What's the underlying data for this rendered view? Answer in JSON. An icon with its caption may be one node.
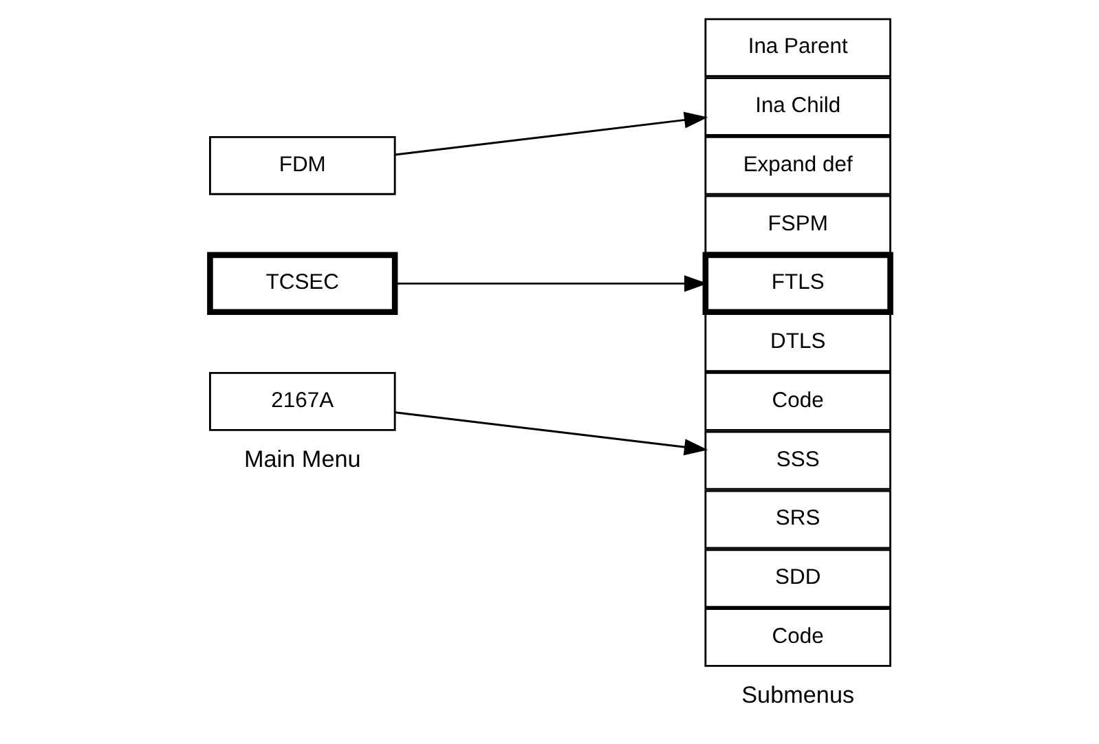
{
  "diagram": {
    "nodes": [
      {
        "text": [
          "FDM"
        ]
      },
      {
        "text": [
          "TCSEC"
        ]
      },
      {
        "text": [
          "2167A"
        ]
      },
      {
        "text": [
          "Ina Parent"
        ]
      },
      {
        "text": [
          "Ina Child"
        ]
      },
      {
        "text": [
          "Expand def"
        ]
      },
      {
        "text": [
          "FSPM"
        ]
      },
      {
        "text": [
          "FTLS"
        ]
      },
      {
        "text": [
          "DTLS"
        ]
      },
      {
        "text": [
          "Code"
        ]
      },
      {
        "text": [
          "SSS"
        ]
      },
      {
        "text": [
          "SRS"
        ]
      },
      {
        "text": [
          "SDD"
        ]
      },
      {
        "text": [
          "Code"
        ]
      }
    ],
    "edges": [
      {
        "from": 0,
        "to": 4,
        "arrow": "to"
      },
      {
        "from": 1,
        "to": 7,
        "arrow": "to"
      },
      {
        "from": 2,
        "to": 10,
        "arrow": "to"
      }
    ],
    "labels": [
      "Main Menu",
      "Submenus"
    ]
  }
}
